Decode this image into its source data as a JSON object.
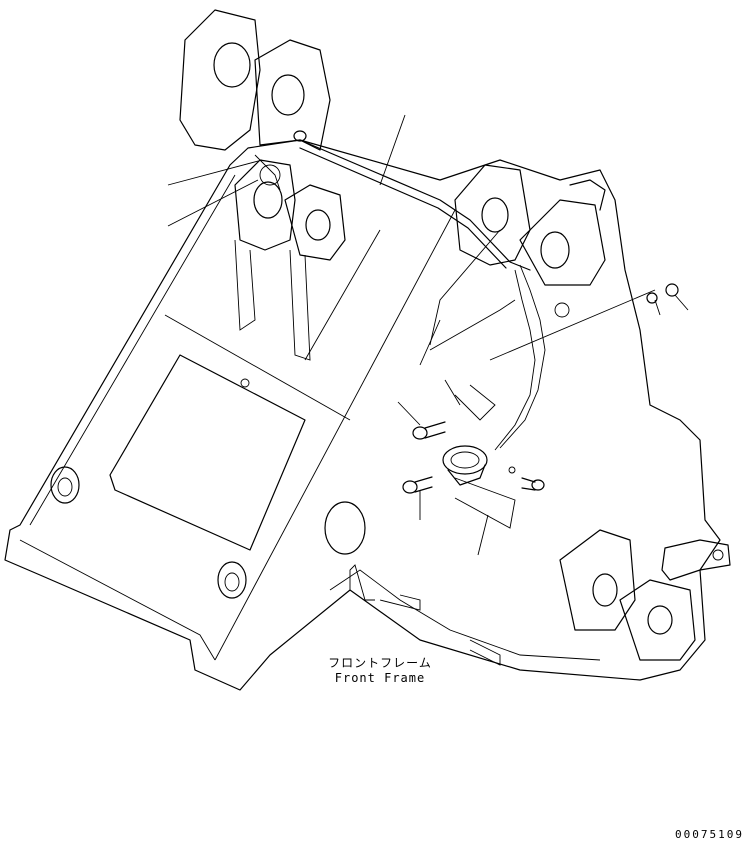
{
  "labels": {
    "frame_name_ja": "フロントフレーム",
    "frame_name_en": "Front Frame",
    "drawing_number": "00075109"
  }
}
